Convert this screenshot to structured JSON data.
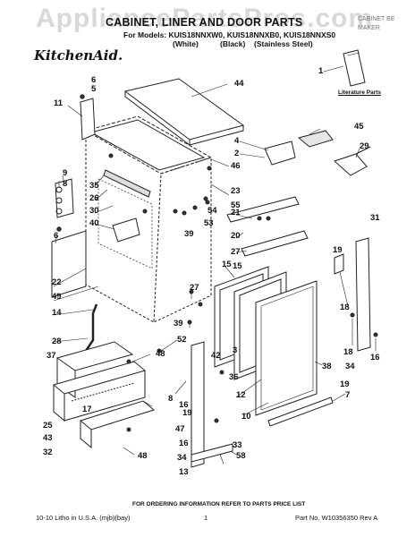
{
  "watermark": "AppliancePartsPros.com",
  "title": "CABINET, LINER AND DOOR PARTS",
  "models_line": "For Models: KUIS18NNXW0, KUIS18NNXB0, KUIS18NNXS0",
  "variants": [
    "(White)",
    "(Black)",
    "(Stainless Steel)"
  ],
  "brand": "KitchenAid.",
  "corner_text": [
    "CABINET BE",
    "MAKER"
  ],
  "literature_label": "Literature Parts",
  "order_note": "FOR ORDERING INFORMATION REFER TO PARTS PRICE LIST",
  "footer": {
    "left": "10-10 Litho in U.S.A. (mjb)(bay)",
    "page": "1",
    "part_no": "Part No. W10356350 Rev A"
  },
  "callouts": [
    "1",
    "44",
    "45",
    "29",
    "4",
    "2",
    "46",
    "23",
    "6",
    "5",
    "11",
    "35",
    "26",
    "30",
    "40",
    "9",
    "8",
    "54",
    "53",
    "39",
    "55",
    "6",
    "22",
    "49",
    "14",
    "28",
    "37",
    "48",
    "17",
    "25",
    "43",
    "32",
    "48",
    "21",
    "20",
    "27",
    "15",
    "12",
    "10",
    "3",
    "19",
    "18",
    "31",
    "19",
    "18",
    "16",
    "34",
    "7",
    "27",
    "39",
    "52",
    "42",
    "36",
    "8",
    "19",
    "16",
    "47",
    "16",
    "34",
    "13",
    "58",
    "33",
    "38",
    "15"
  ]
}
